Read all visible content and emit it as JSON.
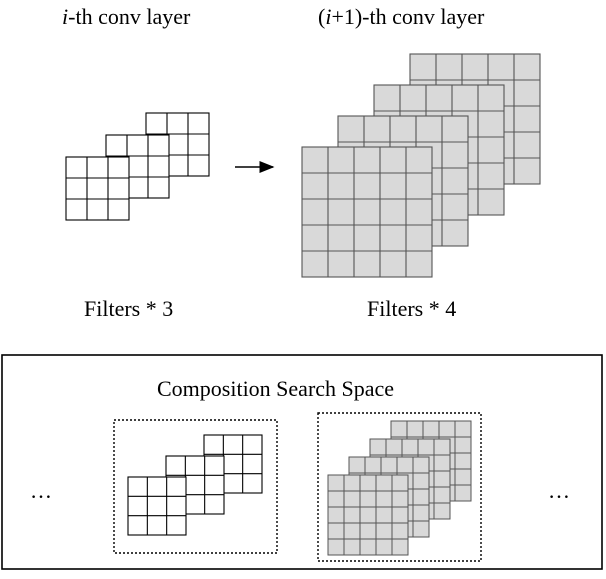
{
  "top": {
    "left_title": {
      "index_letter": "i",
      "suffix": "-th conv layer"
    },
    "right_title": {
      "open": "(",
      "index_letter": "i",
      "suffix": "+1)-th conv layer"
    },
    "left_filters_label": "Filters * 3",
    "right_filters_label": "Filters * 4",
    "left_filter_count": 3,
    "right_filter_count": 4,
    "filter_grid_size": 3,
    "feature_grid_size": 5
  },
  "search_space": {
    "title": "Composition Search Space",
    "ellipsis_left": "…",
    "ellipsis_right": "…",
    "left_candidate_filter_count": 3,
    "right_candidate_filter_count": 4
  },
  "colors": {
    "stroke": "#000000",
    "grid_fill": "#d9d9d9",
    "grid_stroke": "#555555",
    "white": "#ffffff"
  }
}
